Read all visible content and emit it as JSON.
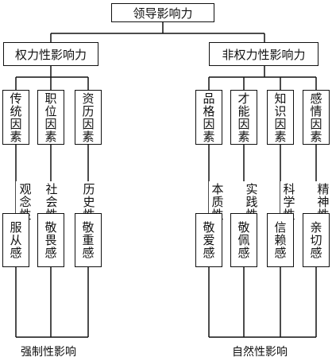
{
  "root": {
    "label": "领导影响力"
  },
  "branches": [
    {
      "label": "权力性影响力",
      "footer": "强制性影响",
      "factors": [
        {
          "label": "传统因素",
          "trait": "观念性",
          "effect": "服从感"
        },
        {
          "label": "职位因素",
          "trait": "社会性",
          "effect": "敬畏感"
        },
        {
          "label": "资历因素",
          "trait": "历史性",
          "effect": "敬重感"
        }
      ]
    },
    {
      "label": "非权力性影响力",
      "footer": "自然性影响",
      "factors": [
        {
          "label": "品格因素",
          "trait": "本质性",
          "effect": "敬爱感"
        },
        {
          "label": "才能因素",
          "trait": "实践性",
          "effect": "敬佩感"
        },
        {
          "label": "知识因素",
          "trait": "科学性",
          "effect": "信赖感"
        },
        {
          "label": "感情因素",
          "trait": "精神性",
          "effect": "亲切感"
        }
      ]
    }
  ]
}
